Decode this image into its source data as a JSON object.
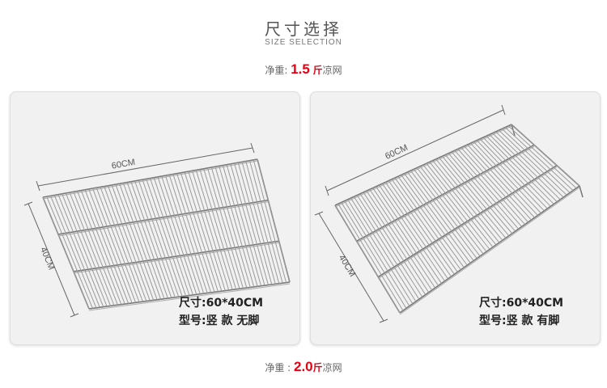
{
  "header": {
    "title": "尺寸选择",
    "subtitle": "SIZE SELECTION"
  },
  "weight_top": {
    "label": "净重:",
    "value": "1.5",
    "unit": "斤",
    "suffix": "凉网"
  },
  "weight_bottom": {
    "label": "净重 :",
    "value": "2.0",
    "unit": "斤",
    "suffix": "凉网"
  },
  "products": [
    {
      "width_label": "60CM",
      "height_label": "40CM",
      "size_text": "尺寸:60*40CM",
      "model_text": "型号:竖 款 无脚"
    },
    {
      "width_label": "60CM",
      "height_label": "40CM",
      "size_text": "尺寸:60*40CM",
      "model_text": "型号:竖 款 有脚"
    }
  ],
  "colors": {
    "accent": "#e60012",
    "card_bg": "#f2f1f1",
    "wire": "#8a8a8a"
  }
}
